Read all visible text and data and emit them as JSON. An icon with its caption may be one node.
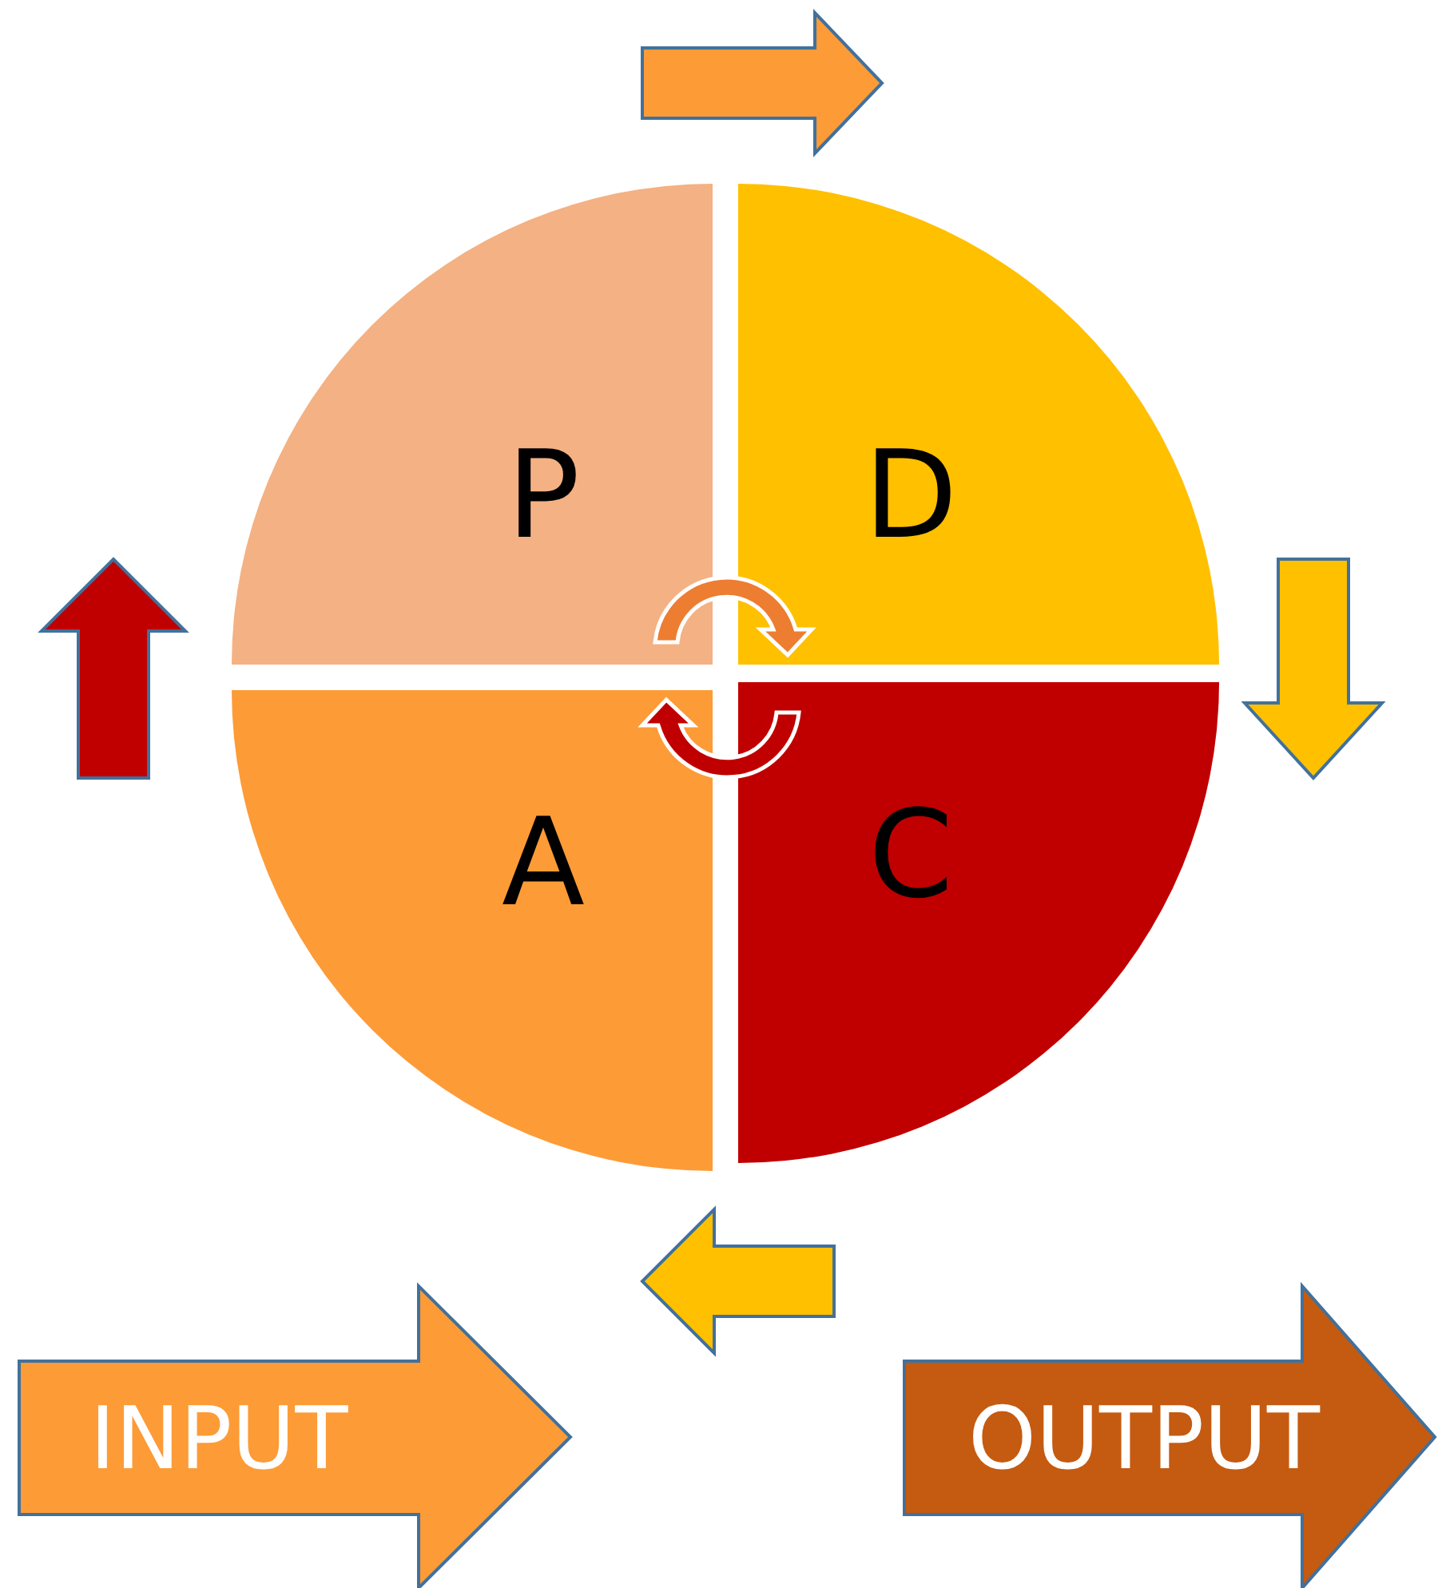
{
  "diagram": {
    "nodes": [
      {
        "text": [
          "P"
        ]
      },
      {
        "text": [
          "D"
        ]
      },
      {
        "text": [
          "C"
        ]
      },
      {
        "text": [
          "A"
        ]
      },
      {
        "text": [
          "INPUT"
        ]
      },
      {
        "text": [
          "OUTPUT"
        ]
      }
    ],
    "edges": [
      {
        "from": 0,
        "to": 1,
        "arrow": "to",
        "color": "#fd9b37"
      },
      {
        "from": 1,
        "to": 2,
        "arrow": "to"
      },
      {
        "from": 2,
        "to": 3,
        "arrow": "to"
      },
      {
        "from": 3,
        "to": 0,
        "arrow": "to",
        "color": "#c00000"
      }
    ]
  }
}
